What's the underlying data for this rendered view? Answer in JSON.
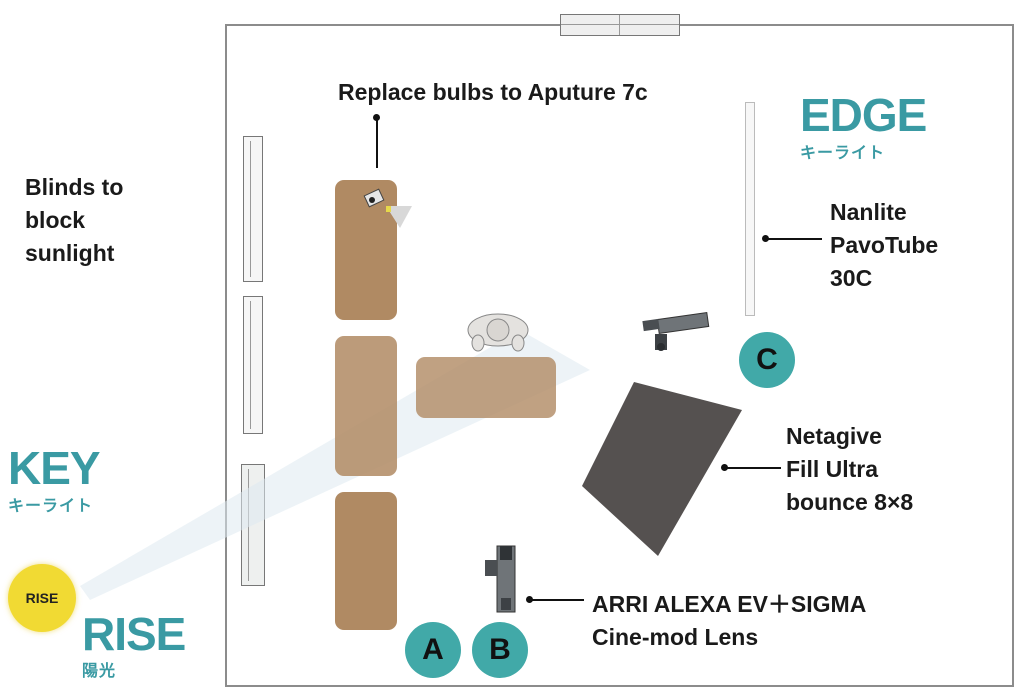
{
  "labels": {
    "replace_bulbs": "Replace bulbs to Aputure 7c",
    "blinds": [
      "Blinds to",
      "block",
      "sunlight"
    ],
    "nanlite": [
      "Nanlite",
      "PavoTube",
      "30C"
    ],
    "negative_fill": [
      "Netagive",
      "Fill Ultra",
      "bounce 8×8"
    ],
    "camera": [
      "ARRI ALEXA EV＋SIGMA",
      "Cine-mod Lens"
    ]
  },
  "edge": {
    "title": "EDGE",
    "subtitle": "キーライト"
  },
  "key": {
    "title": "KEY",
    "subtitle": "キーライト"
  },
  "rise": {
    "title": "RISE",
    "subtitle": "陽光",
    "sun_label": "RISE"
  },
  "cameras": {
    "a": "A",
    "b": "B",
    "c": "C"
  },
  "colors": {
    "accent_teal": "#41a9a8",
    "desk_brown": "#b08a63",
    "bounce_board": "#555150",
    "sun_yellow": "#f1da33"
  }
}
